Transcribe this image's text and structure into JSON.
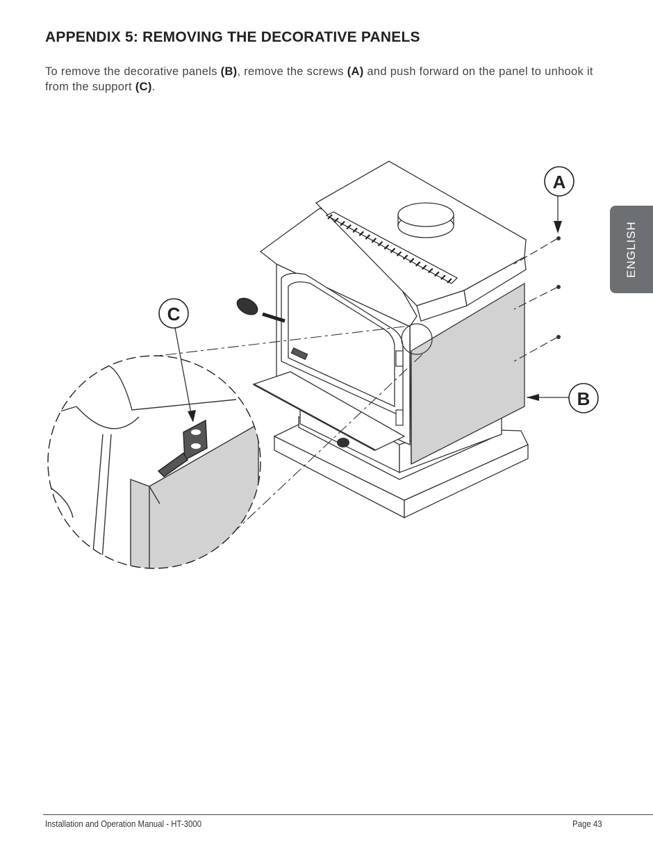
{
  "heading": "APPENDIX 5:  REMOVING THE DECORATIVE PANELS",
  "intro": {
    "t1": "To remove the decorative panels ",
    "b1": "(B)",
    "t2": ", remove the screws ",
    "b2": "(A)",
    "t3": " and push forward on the panel to unhook it from the support ",
    "b3": "(C)",
    "t4": "."
  },
  "side_tab": "ENGLISH",
  "callouts": {
    "a": "A",
    "b": "B",
    "c": "C"
  },
  "footer": {
    "left": "Installation and Operation Manual - HT-3000",
    "right": "Page 43"
  },
  "colors": {
    "tab": "#6d7073",
    "panel": "#d2d2d2",
    "text": "#222222"
  }
}
